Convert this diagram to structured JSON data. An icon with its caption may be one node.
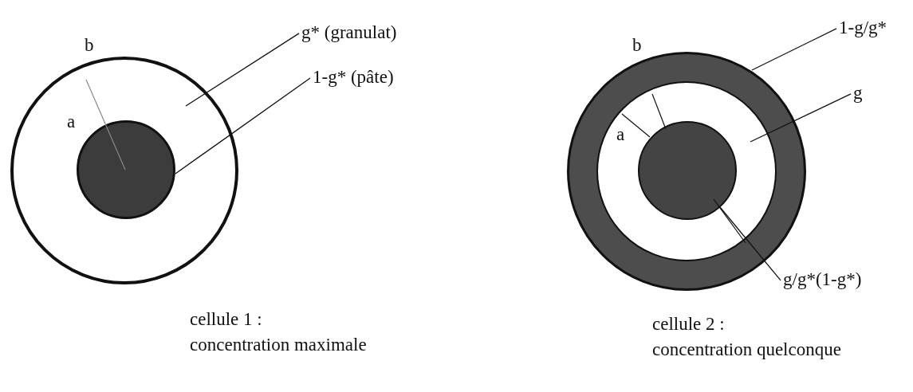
{
  "diagram": {
    "nodes": [
      {
        "text": [
          "g* (granulat)"
        ]
      },
      {
        "text": [
          "1-g* (pâte)"
        ]
      },
      {
        "text": [],
        "shape": "circle"
      },
      {
        "text": [],
        "shape": "circle",
        "in": 2
      },
      {
        "text": [
          "1-g/g*"
        ]
      },
      {
        "text": [
          "g"
        ]
      },
      {
        "text": [
          "g/g*(1-g*)"
        ]
      },
      {
        "text": [],
        "shape": "circle"
      },
      {
        "text": [],
        "shape": "circle",
        "in": 7
      },
      {
        "text": [],
        "shape": "circle",
        "in": 8
      }
    ],
    "edges": [
      {
        "from": 0,
        "to": 2,
        "arrow": "none"
      },
      {
        "from": 1,
        "to": 3,
        "arrow": "none"
      },
      {
        "from": 4,
        "to": 7,
        "arrow": "none"
      },
      {
        "from": 5,
        "to": 8,
        "arrow": "none"
      },
      {
        "from": 6,
        "to": 9,
        "arrow": "none"
      }
    ],
    "labels": [
      "b",
      "a",
      "b",
      "a",
      "cellule 1 :",
      "concentration maximale",
      "cellule 2 :",
      "concentration quelconque"
    ]
  }
}
